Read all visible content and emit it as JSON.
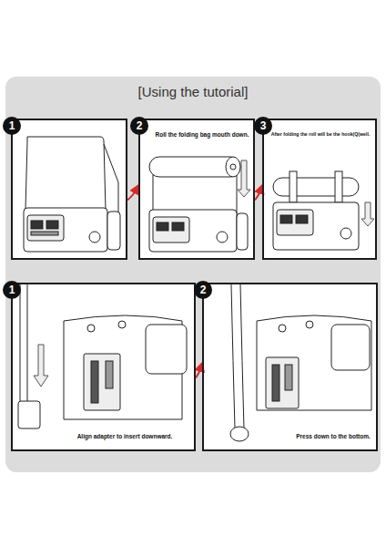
{
  "diagram": {
    "title": "[Using the tutorial]",
    "nodes": [
      {
        "text": [
          "1"
        ]
      },
      {
        "text": [
          "2",
          "Roll the folding bag mouth down."
        ]
      },
      {
        "text": [
          "3",
          "After folding the roll will be the hook(Q(well."
        ]
      },
      {
        "text": [
          "1",
          "Align adapter to insert downward."
        ]
      },
      {
        "text": [
          "2",
          "Press down to the bottom."
        ]
      }
    ],
    "edges": [
      {
        "from": 0,
        "to": 1,
        "arrow": "to"
      },
      {
        "from": 1,
        "to": 2,
        "arrow": "to"
      },
      {
        "from": 3,
        "to": 4,
        "arrow": "to"
      }
    ]
  }
}
